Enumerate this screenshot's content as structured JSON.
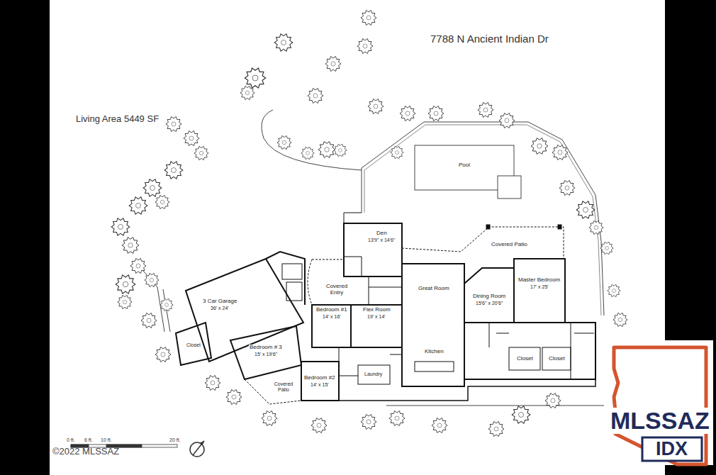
{
  "diagram": {
    "title": "7788 N Ancient Indian Dr",
    "labels": [
      "Living Area 5449 SF",
      "Pool",
      "Den",
      "13'9\" x 14'6\"",
      "Covered Patio",
      "Covered Entry",
      "Great Room",
      "Dining Room",
      "15'6\" x 20'6\"",
      "Master Bedroom",
      "17' x 25'",
      "3 Car Garage",
      "36' x 24'",
      "Closet",
      "Bedroom #1",
      "14' x 16'",
      "Flex Room",
      "19' x 14'",
      "Bedroom # 3",
      "15' x 19'6\"",
      "Kitchen",
      "Covered Patio",
      "Bedroom #2",
      "14' x 15'",
      "Laundry",
      "Closet",
      "Closet",
      "0 ft.",
      "6 ft.",
      "10 ft.",
      "20 ft.",
      "©2022 MLSSAZ",
      "MLSSAZ",
      "IDX"
    ]
  }
}
